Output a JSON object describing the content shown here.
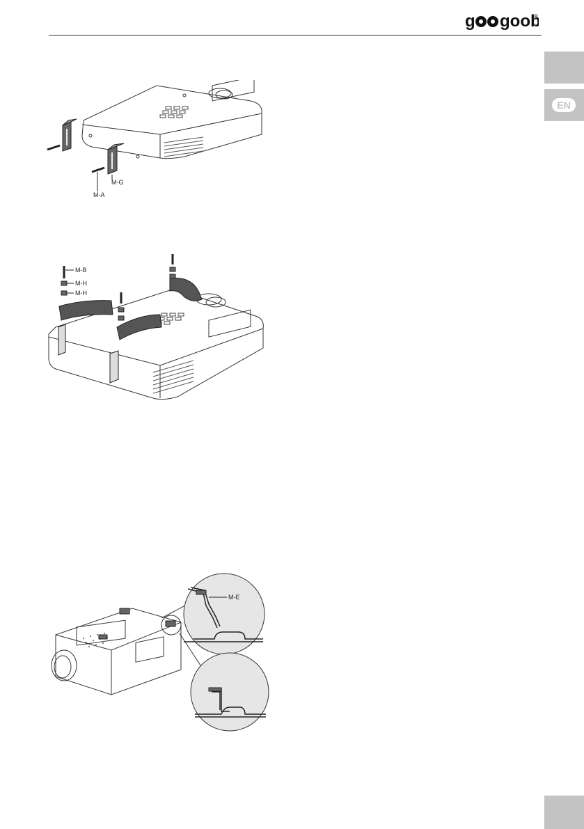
{
  "header": {
    "brand": "goobay",
    "registered_mark": "®"
  },
  "side_tab": {
    "language": "EN"
  },
  "figures": {
    "fig1": {
      "labels": [
        "M-A",
        "M-G"
      ]
    },
    "fig2": {
      "labels": [
        "M-B",
        "M-H",
        "M-H"
      ]
    },
    "fig3": {
      "labels": [
        "M-E"
      ]
    }
  }
}
